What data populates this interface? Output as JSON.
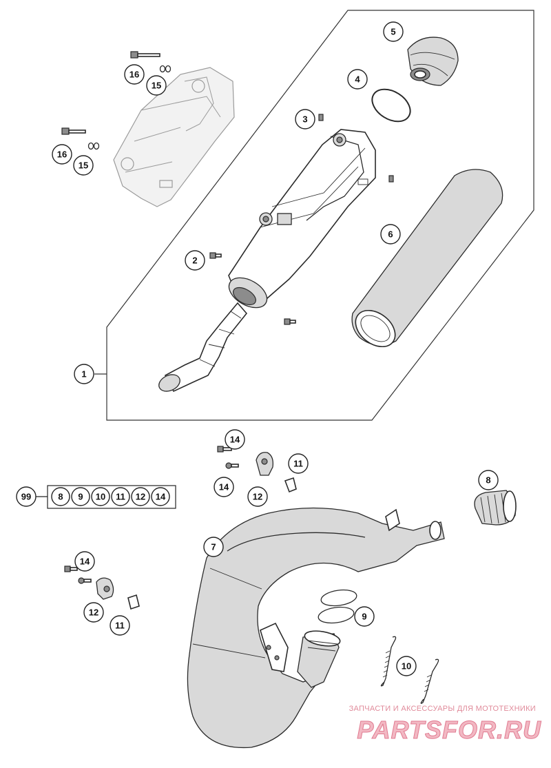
{
  "callouts": {
    "c1": "1",
    "c2": "2",
    "c3": "3",
    "c4": "4",
    "c5": "5",
    "c6": "6",
    "c7": "7",
    "c8": "8",
    "c9": "9",
    "c10": "10",
    "c11a": "11",
    "c11b": "11",
    "c12a": "12",
    "c12b": "12",
    "c14a": "14",
    "c14b": "14",
    "c14c": "14",
    "c15a": "15",
    "c15b": "15",
    "c16a": "16",
    "c16b": "16",
    "c99": "99"
  },
  "kit": [
    "8",
    "9",
    "10",
    "11",
    "12",
    "14"
  ],
  "watermark": {
    "subtitle": "ЗАПЧАСТИ И АКСЕССУАРЫ ДЛЯ МОТОТЕХНИКИ",
    "brand": "PARTSFOR.RU"
  },
  "colors": {
    "watermark": "#e07a90",
    "outline": "#2a2a2a"
  }
}
